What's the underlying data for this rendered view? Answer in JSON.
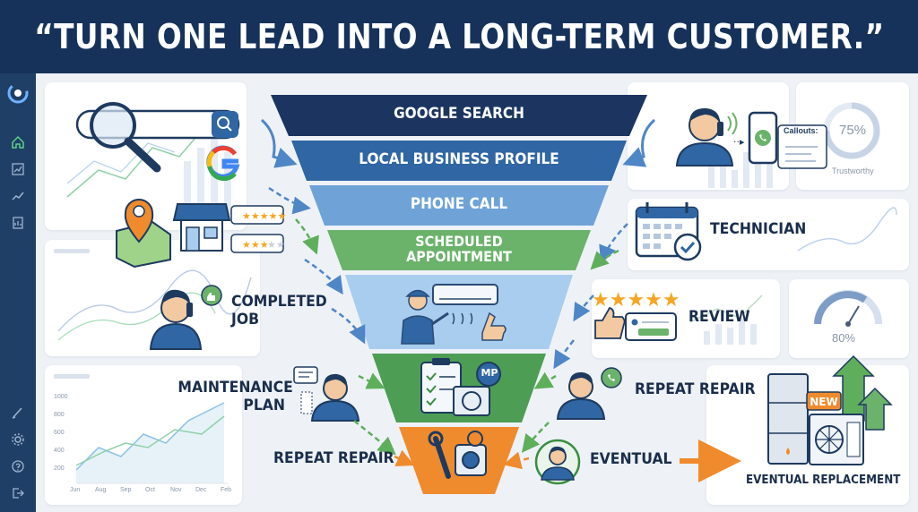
{
  "headline": "“TURN ONE LEAD INTO A LONG-TERM CUSTOMER.”",
  "funnel_stages": [
    {
      "label": "GOOGLE SEARCH",
      "color": "#1b3560"
    },
    {
      "label": "LOCAL BUSINESS PROFILE",
      "color": "#2f66a3"
    },
    {
      "label": "PHONE CALL",
      "color": "#6fa3d8"
    },
    {
      "label": "SCHEDULED APPOINTMENT",
      "color": "#6bb26b"
    },
    {
      "label": "",
      "color": "#a9cdee"
    },
    {
      "label": "",
      "color": "#4e9d55"
    },
    {
      "label": "",
      "color": "#ef8b2d"
    }
  ],
  "scheduled_line1": "SCHEDULED",
  "scheduled_line2": "APPOINTMENT",
  "side_labels": {
    "completed_job_1": "COMPLETED",
    "completed_job_2": "JOB",
    "maintenance_1": "MAINTENANCE",
    "maintenance_2": "PLAN",
    "repeat_repair_left": "REPEAT REPAIR",
    "technician": "TECHNICIAN",
    "review": "REVIEW",
    "repeat_repair_right": "REPEAT REPAIR",
    "eventual": "EVENTUAL",
    "eventual_replacement": "EVENTUAL REPLACEMENT"
  },
  "badges": {
    "mp": "MP",
    "new": "NEW"
  },
  "stats": {
    "gauge_top": "75%",
    "gauge_top_caption": "Trustworthy",
    "callouts": "Callouts:",
    "gauge_bottom": "80%"
  },
  "chart_axis": {
    "y_ticks": [
      "1000",
      "800",
      "600",
      "400",
      "200"
    ],
    "x_ticks": [
      "Jun",
      "Aug",
      "Sep",
      "Oct",
      "Nov",
      "Dec",
      "Feb"
    ]
  },
  "colors": {
    "navy": "#16325a",
    "orange_arrow": "#ef8b2d",
    "green_arrow": "#5fae5b",
    "blue_arrow": "#4f86c6"
  }
}
